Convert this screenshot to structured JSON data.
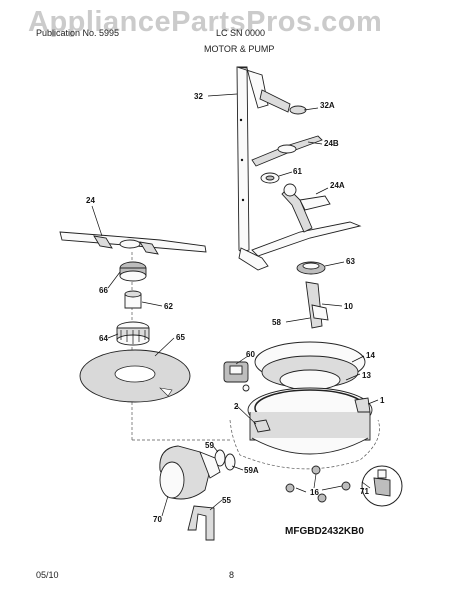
{
  "watermark": "AppliancePartsPros.com",
  "header": {
    "left_text": "Publication No. 5995",
    "right_text": "LC SN 0000",
    "section_title": "MOTOR & PUMP"
  },
  "model_code": "MFGBD2432KB0",
  "footer": {
    "date": "05/10",
    "page_number": "8"
  },
  "callouts": {
    "p32": "32",
    "p32A": "32A",
    "p24B": "24B",
    "p61": "61",
    "p24A": "24A",
    "p24": "24",
    "p63": "63",
    "p66": "66",
    "p62": "62",
    "p10": "10",
    "p58": "58",
    "p64": "64",
    "p65": "65",
    "p60": "60",
    "p14": "14",
    "p13": "13",
    "p2": "2",
    "p1": "1",
    "p59": "59",
    "p59A": "59A",
    "p71": "71",
    "p16": "16",
    "p70": "70",
    "p55": "55"
  }
}
